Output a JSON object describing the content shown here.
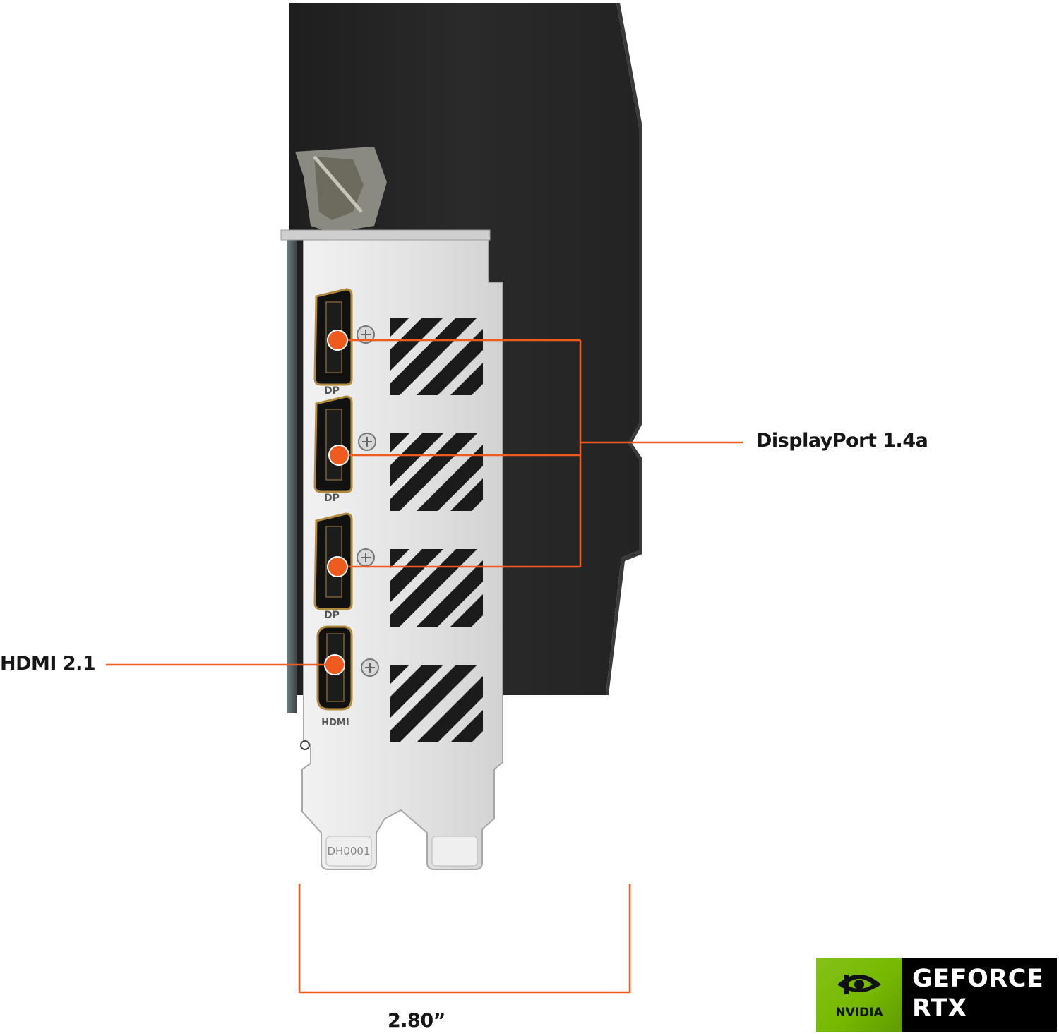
{
  "callouts": {
    "displayport": "DisplayPort 1.4a",
    "hdmi": "HDMI 2.1",
    "bracket_width": "2.80”"
  },
  "port_markings": {
    "dp": "DP",
    "hdmi": "HDMI",
    "bracket_code": "DH0001"
  },
  "badge": {
    "brand": "NVIDIA",
    "line1": "GEFORCE",
    "line2": "RTX"
  },
  "colors": {
    "callout": "#ef5a1e",
    "nvidia_green": "#76b900",
    "card_body": "#262626",
    "bracket": "#e6e6e6"
  },
  "icons": [
    "nvidia-eye-icon",
    "screw-icon"
  ]
}
